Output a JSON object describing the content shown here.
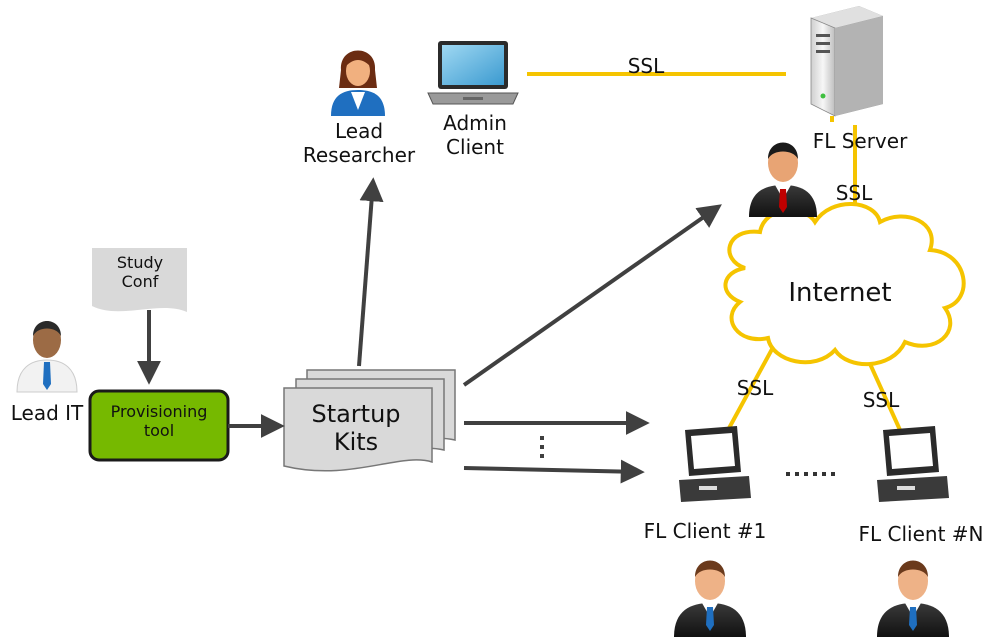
{
  "labels": {
    "lead_researcher_line1": "Lead",
    "lead_researcher_line2": "Researcher",
    "admin_client_line1": "Admin",
    "admin_client_line2": "Client",
    "ssl_admin_server": "SSL",
    "fl_server": "FL Server",
    "ssl_server_internet": "SSL",
    "internet": "Internet",
    "study_conf_line1": "Study",
    "study_conf_line2": "Conf",
    "lead_it": "Lead IT",
    "provisioning_tool_line1": "Provisioning",
    "provisioning_tool_line2": "tool",
    "startup_kits_line1": "Startup",
    "startup_kits_line2": "Kits",
    "ssl_client1": "SSL",
    "ssl_clientN": "SSL",
    "fl_client_1": "FL Client #1",
    "fl_client_n": "FL Client #N"
  },
  "icons": {
    "people": [
      "lead-researcher-person-icon",
      "lead-it-person-icon",
      "server-admin-person-icon",
      "client-1-person-icon",
      "client-n-person-icon"
    ],
    "computers": [
      "admin-laptop-icon",
      "fl-server-tower-icon",
      "client-1-desktop-icon",
      "client-n-desktop-icon"
    ]
  },
  "colors": {
    "ssl_link": "#f5c400",
    "provisioning_fill": "#76b900",
    "arrow": "#404040",
    "doc_fill": "#d9d9d9",
    "cloud_fill": "#ffffff"
  }
}
